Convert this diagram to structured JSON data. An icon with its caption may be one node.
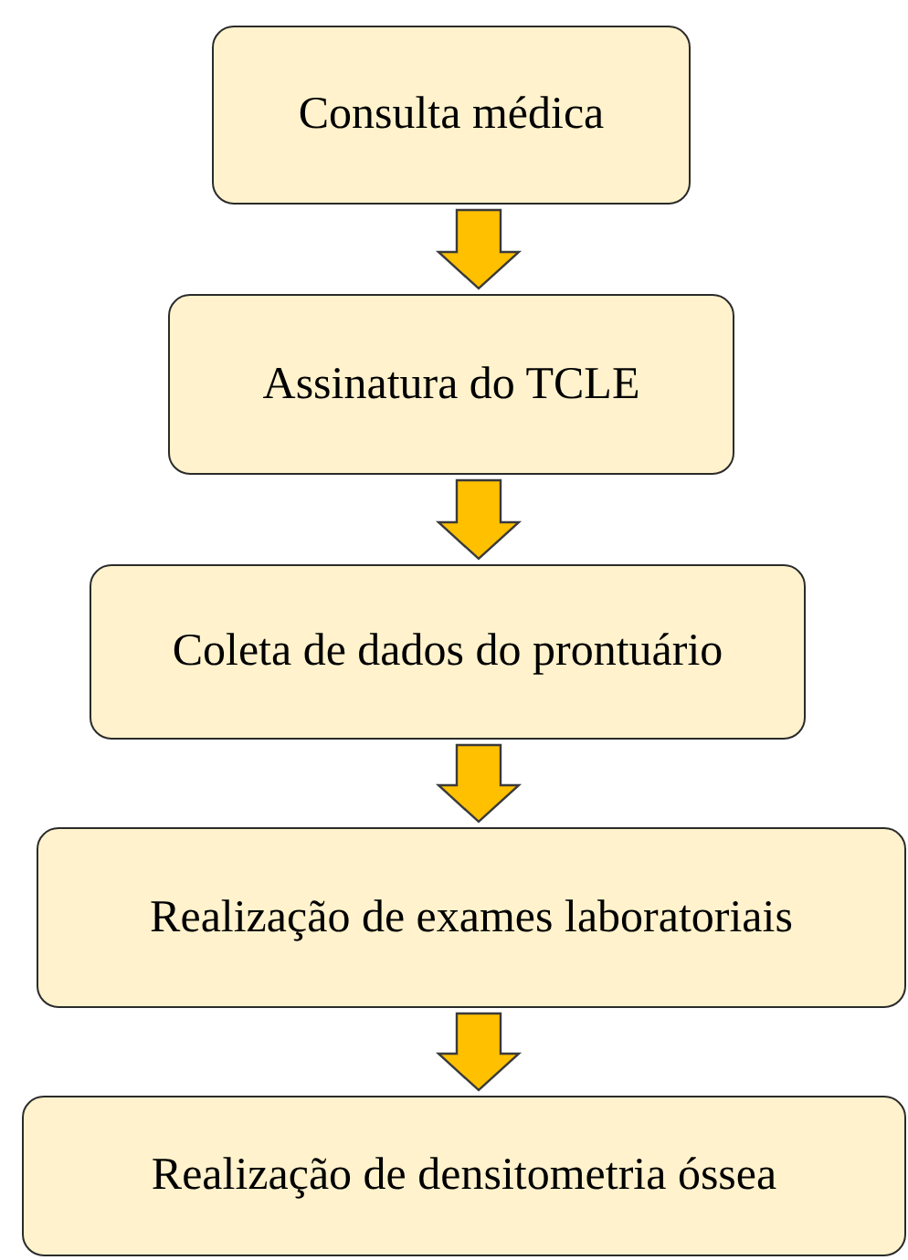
{
  "diagram": {
    "nodes": [
      {
        "text": [
          "Consulta médica"
        ]
      },
      {
        "text": [
          "Assinatura do TCLE"
        ]
      },
      {
        "text": [
          "Coleta de dados do prontuário"
        ]
      },
      {
        "text": [
          "Realização de exames laboratoriais"
        ]
      },
      {
        "text": [
          "Realização de densitometria óssea"
        ]
      }
    ],
    "edges": [
      {
        "from": 0,
        "to": 1,
        "arrow": "to"
      },
      {
        "from": 1,
        "to": 2,
        "arrow": "to"
      },
      {
        "from": 2,
        "to": 3,
        "arrow": "to"
      },
      {
        "from": 3,
        "to": 4,
        "arrow": "to"
      }
    ]
  }
}
